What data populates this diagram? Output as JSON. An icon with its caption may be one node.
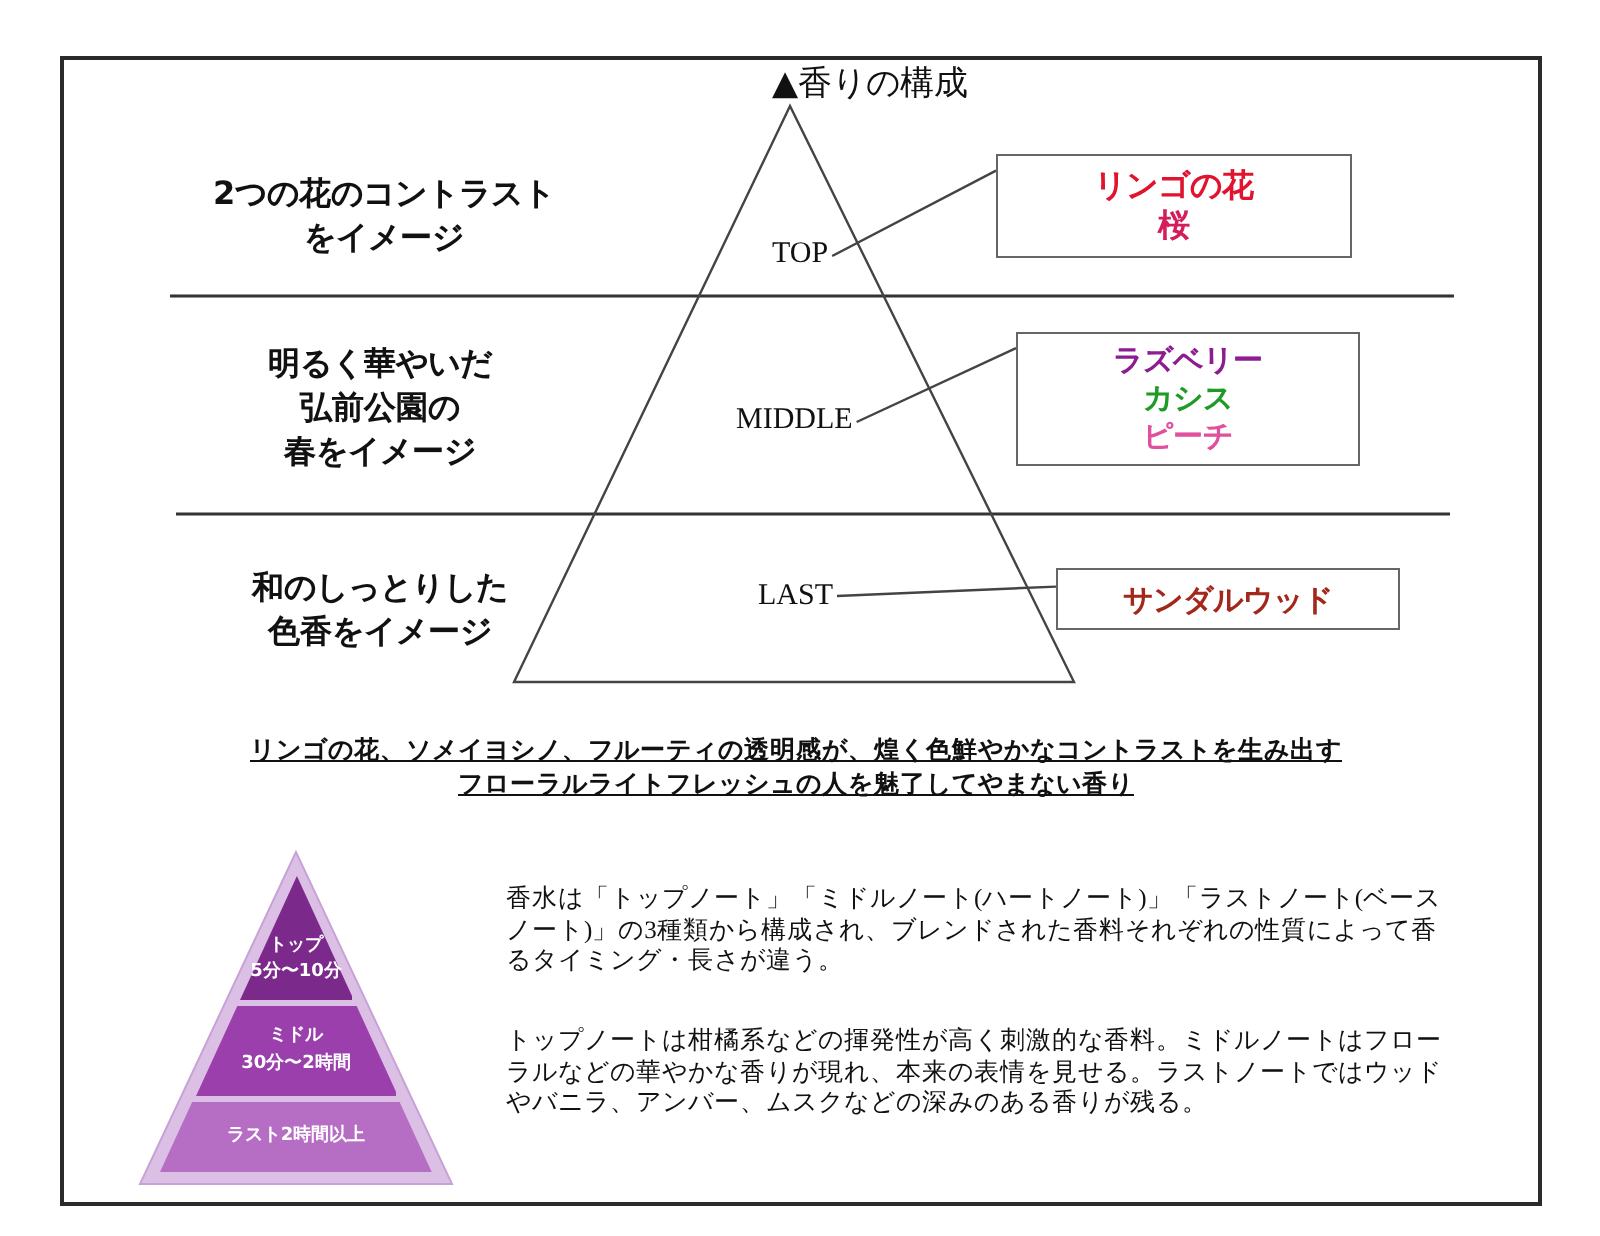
{
  "diagram": {
    "title": "▲香りの構成",
    "nodes": [
      {
        "text": [],
        "shape": "triangle"
      },
      {
        "text": [
          "TOP"
        ],
        "in": 0
      },
      {
        "text": [
          "リンゴの花",
          "桜"
        ]
      },
      {
        "text": [
          "MIDDLE"
        ],
        "in": 0
      },
      {
        "text": [
          "ラズベリー",
          "カシス",
          "ピーチ"
        ]
      },
      {
        "text": [
          "LAST"
        ],
        "in": 0
      },
      {
        "text": [
          "サンダルウッド"
        ]
      },
      {
        "text": [],
        "shape": "triangle"
      },
      {
        "text": [
          "トップ",
          "5分〜10分"
        ],
        "in": 7
      },
      {
        "text": [
          "ミドル",
          "30分〜2時間"
        ],
        "in": 7
      },
      {
        "text": [
          "ラスト2時間以上"
        ],
        "in": 7
      }
    ],
    "edges": [
      {
        "from": 1,
        "to": 2,
        "arrow": "none"
      },
      {
        "from": 3,
        "to": 4,
        "arrow": "none"
      },
      {
        "from": 5,
        "to": 6,
        "arrow": "none"
      }
    ],
    "labels": [
      "2つの花のコントラストをイメージ",
      "明るく華やいだ弘前公園の春をイメージ",
      "和のしっとりした色香をイメージ",
      "リンゴの花、ソメイヨシノ、フルーティの透明感が、煌く色鮮やかなコントラストを生み出すフローラルライトフレッシュの人を魅了してやまない香り",
      "香水は「トップノート」「ミドルノート(ハートノート)」「ラストノート(ベースノート)」の3種類から構成され、ブレンドされた香料それぞれの性質によって香るタイミング・長さが違う。",
      "トップノートは柑橘系などの揮発性が高く刺激的な香料。ミドルノートはフローラルなどの華やかな香りが現れ、本来の表情を見せる。ラストノートではウッドやバニラ、アンバー、ムスクなどの深みのある香りが残る。"
    ]
  }
}
